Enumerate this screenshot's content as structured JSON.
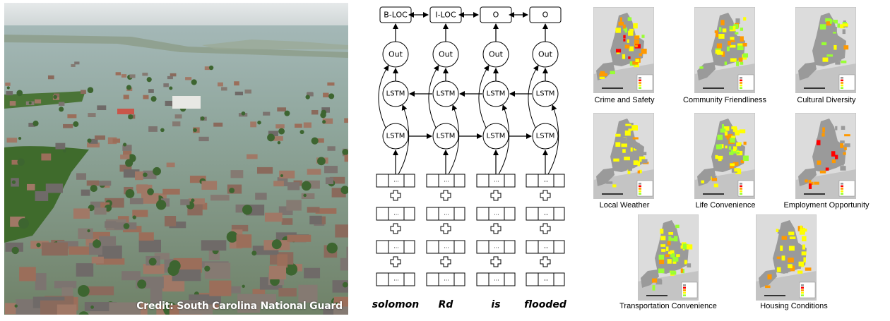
{
  "photo": {
    "subject": "aerial view of flooded residential neighborhood",
    "credit": "Credit: South Carolina National Guard"
  },
  "diagram": {
    "tags": [
      "B-LOC",
      "I-LOC",
      "O",
      "O"
    ],
    "output_node_label": "Out",
    "lstm_node_label": "LSTM",
    "embedding_cell_label": "...",
    "embedding_rows_per_token": 4,
    "combine_symbol": "plus",
    "words": [
      "solomon",
      "Rd",
      "is",
      "flooded"
    ]
  },
  "maps": {
    "legend_colors": {
      "no_data": "#9a9a9a",
      "level1": "#ff0000",
      "level2": "#ff9900",
      "level3": "#ffff00",
      "level4": "#99ff33"
    },
    "items": [
      {
        "caption": "Crime and Safety"
      },
      {
        "caption": "Community Friendliness"
      },
      {
        "caption": "Cultural Diversity"
      },
      {
        "caption": "Local Weather"
      },
      {
        "caption": "Life Convenience"
      },
      {
        "caption": "Employment Opportunity"
      },
      {
        "caption": "Transportation Convenience"
      },
      {
        "caption": "Housing Conditions"
      }
    ]
  }
}
